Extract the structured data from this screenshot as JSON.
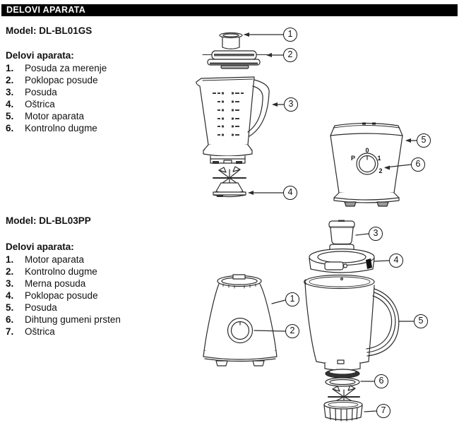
{
  "header": {
    "title": "DELOVI APARATA"
  },
  "model1": {
    "title": "Model: DL-BL01GS",
    "parts_heading": "Delovi aparata:",
    "parts": [
      {
        "num": "1.",
        "label": "Posuda za merenje"
      },
      {
        "num": "2.",
        "label": "Poklopac posude"
      },
      {
        "num": "3.",
        "label": "Posuda"
      },
      {
        "num": "4.",
        "label": "Oštrica"
      },
      {
        "num": "5.",
        "label": "Motor aparata"
      },
      {
        "num": "6.",
        "label": "Kontrolno dugme"
      }
    ],
    "callouts": [
      "1",
      "2",
      "3",
      "4",
      "5",
      "6"
    ],
    "knob": {
      "p": "P",
      "zero": "0",
      "one": "1",
      "two": "2"
    }
  },
  "model2": {
    "title": "Model: DL-BL03PP",
    "parts_heading": "Delovi aparata:",
    "parts": [
      {
        "num": "1.",
        "label": "Motor aparata"
      },
      {
        "num": "2.",
        "label": "Kontrolno dugme"
      },
      {
        "num": "3.",
        "label": "Merna posuda"
      },
      {
        "num": "4.",
        "label": "Poklopac posude"
      },
      {
        "num": "5.",
        "label": "Posuda"
      },
      {
        "num": "6.",
        "label": "Dihtung gumeni prsten"
      },
      {
        "num": "7.",
        "label": "Oštrica"
      }
    ],
    "callouts": [
      "1",
      "2",
      "3",
      "4",
      "5",
      "6",
      "7"
    ]
  }
}
